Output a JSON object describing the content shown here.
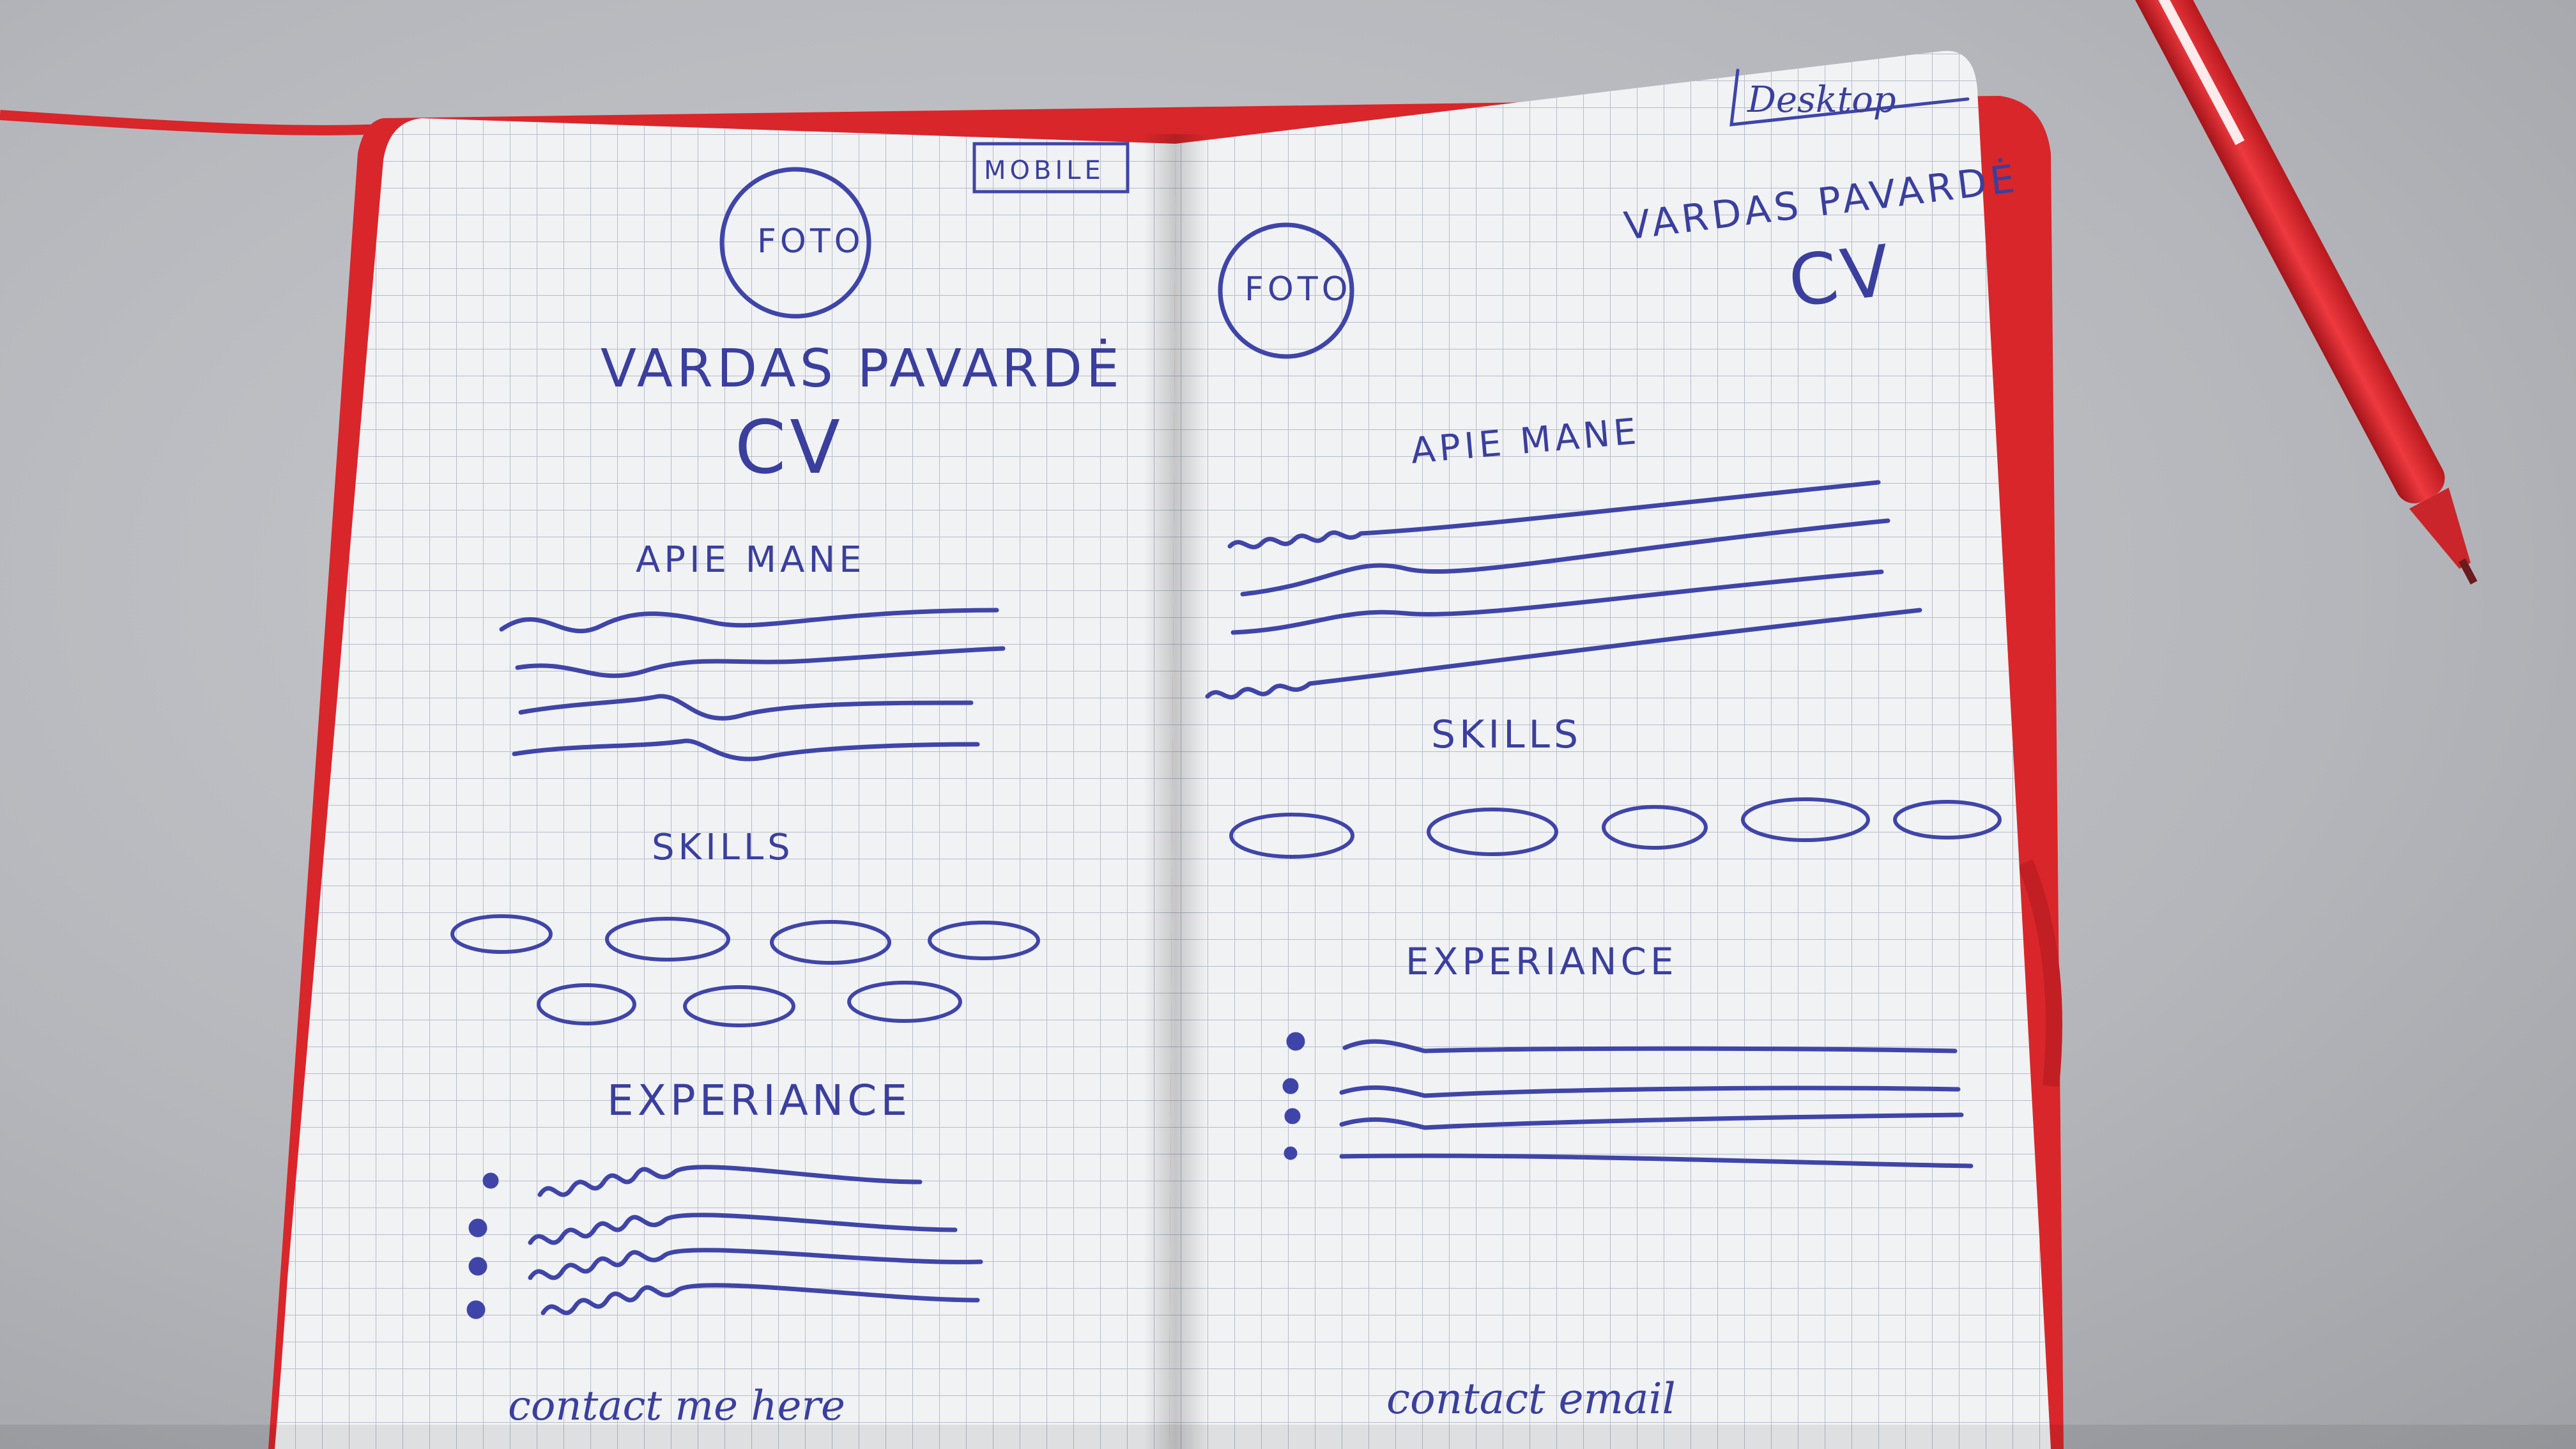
{
  "left_page": {
    "badge": "MOBILE",
    "photo_label": "FOTO",
    "name": "VARDAS PAVARDĖ",
    "cv": "CV",
    "about_heading": "APIE MANE",
    "skills_heading": "SKILLS",
    "experience_heading": "EXPERIANCE",
    "footer": "contact me here"
  },
  "right_page": {
    "badge": "Desktop",
    "photo_label": "FOTO",
    "name": "VARDAS PAVARDĖ",
    "cv": "CV",
    "about_heading": "APIE MANE",
    "skills_heading": "SKILLS",
    "experience_heading": "EXPERIANCE",
    "footer": "contact email"
  },
  "colors": {
    "ink": "#3f45a8",
    "notebook_cover": "#d8262a",
    "paper": "#f1f2f4",
    "grid": "#b7bcc8"
  }
}
